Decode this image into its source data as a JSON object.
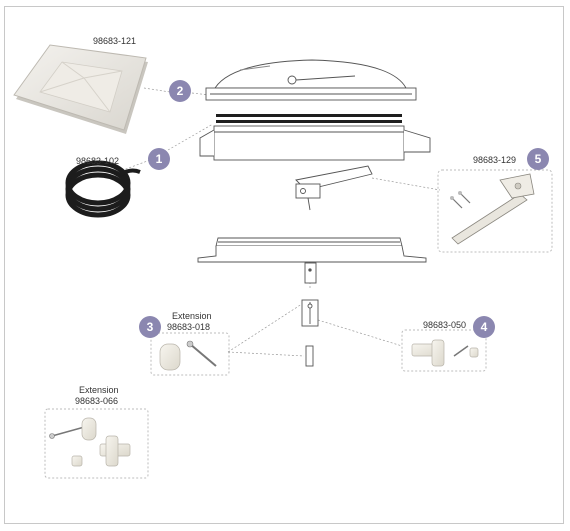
{
  "parts": {
    "dome_cover": {
      "part_number": "98683-121",
      "callout": "2"
    },
    "gasket": {
      "part_number": "98683-102",
      "callout": "1"
    },
    "operator_arm_kit": {
      "part_number": "98683-129",
      "callout": "5"
    },
    "extension_kit_a": {
      "heading": "Extension",
      "part_number": "98683-018",
      "callout": "3"
    },
    "crank_handle_kit": {
      "part_number": "98683-050",
      "callout": "4"
    },
    "extension_kit_b": {
      "heading": "Extension",
      "part_number": "98683-066"
    }
  },
  "colors": {
    "callout_badge": "#8b87b0",
    "leader_line": "#9a9a9a",
    "frame_border": "#c8c8c8",
    "part_outline": "#555555"
  }
}
